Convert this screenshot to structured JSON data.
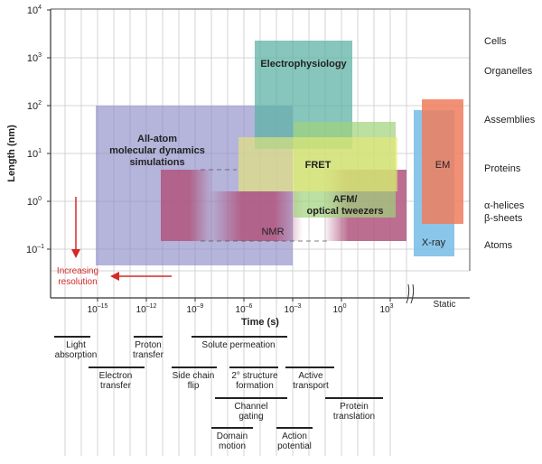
{
  "axes": {
    "y_label": "Length (nm)",
    "x_label": "Time (s)",
    "static_label": "Static",
    "y_ticks": [
      {
        "base": "10",
        "exp": "4"
      },
      {
        "base": "10",
        "exp": "3"
      },
      {
        "base": "10",
        "exp": "2"
      },
      {
        "base": "10",
        "exp": "1"
      },
      {
        "base": "10",
        "exp": "0"
      },
      {
        "base": "10",
        "exp": "–1"
      }
    ],
    "x_ticks": [
      {
        "base": "10",
        "exp": "–15"
      },
      {
        "base": "10",
        "exp": "–12"
      },
      {
        "base": "10",
        "exp": "–9"
      },
      {
        "base": "10",
        "exp": "–6"
      },
      {
        "base": "10",
        "exp": "–3"
      },
      {
        "base": "10",
        "exp": "0"
      },
      {
        "base": "10",
        "exp": "3"
      }
    ]
  },
  "scales": [
    "Cells",
    "Organelles",
    "Assemblies",
    "Proteins",
    "α-helices",
    "β-sheets",
    "Atoms"
  ],
  "methods": {
    "md": [
      "All-atom",
      "molecular dynamics",
      "simulations"
    ],
    "ephys": "Electrophysiology",
    "fret": "FRET",
    "afm": [
      "AFM/",
      "optical tweezers"
    ],
    "nmr": "NMR",
    "em": "EM",
    "xray": "X-ray"
  },
  "resolution": [
    "Increasing",
    "resolution"
  ],
  "processes": {
    "light": [
      "Light",
      "absorption"
    ],
    "proton": [
      "Proton",
      "transfer"
    ],
    "solute": "Solute permeation",
    "electron": [
      "Electron",
      "transfer"
    ],
    "sidechain": [
      "Side chain",
      "flip"
    ],
    "structure2": [
      "2° structure",
      "formation"
    ],
    "active": [
      "Active",
      "transport"
    ],
    "channel": [
      "Channel",
      "gating"
    ],
    "protein_tr": [
      "Protein",
      "translation"
    ],
    "domain": [
      "Domain",
      "motion"
    ],
    "action": [
      "Action",
      "potential"
    ]
  },
  "colors": {
    "md": "#8e8cc8",
    "ephys": "#5fb3a6",
    "fret": "#eaea70",
    "afm": "#9fd27a",
    "nmr": "#b0557e",
    "em": "#f07c5e",
    "xray": "#7dc0e8",
    "red": "#d42a2a"
  }
}
